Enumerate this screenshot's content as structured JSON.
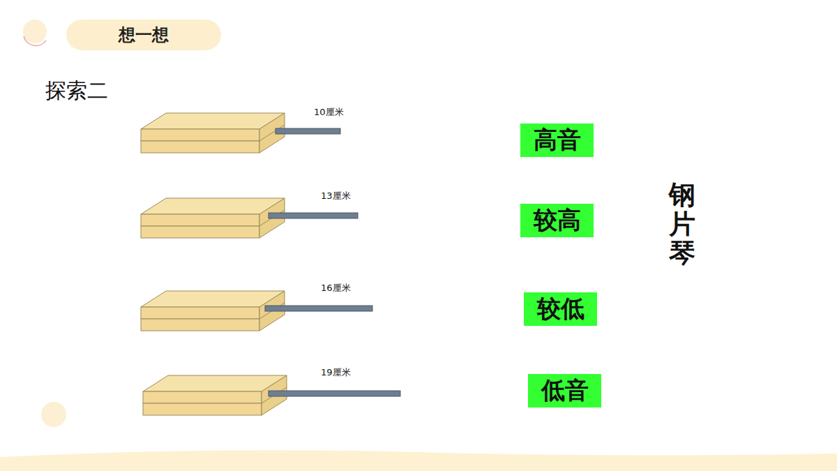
{
  "diagram": {
    "title": "想一想",
    "nodes": [
      {
        "text": [
          "高音"
        ]
      },
      {
        "text": [
          "较高"
        ]
      },
      {
        "text": [
          "较低"
        ]
      },
      {
        "text": [
          "低音"
        ]
      }
    ],
    "labels": [
      "探索二",
      "10厘米",
      "13厘米",
      "16厘米",
      "19厘米",
      "钢片琴"
    ]
  }
}
